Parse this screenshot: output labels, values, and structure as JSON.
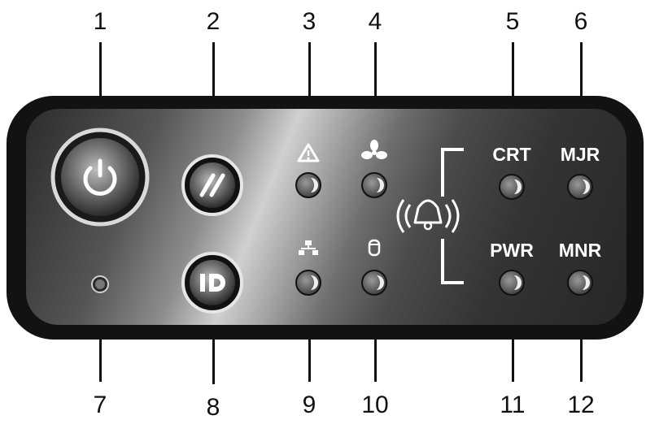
{
  "callouts": {
    "top": [
      "1",
      "2",
      "3",
      "4",
      "5",
      "6"
    ],
    "bottom": [
      "7",
      "8",
      "9",
      "10",
      "11",
      "12"
    ]
  },
  "indicators": {
    "crt_label": "CRT",
    "mjr_label": "MJR",
    "pwr_label": "PWR",
    "mnr_label": "MNR"
  },
  "colors": {
    "panel_bezel": "#121212",
    "label_text": "#ffffff",
    "callout_text": "#111111"
  },
  "icons": {
    "power_button": "power-icon",
    "reset_button": "double-slash-icon",
    "id_button": "id-icon",
    "led_3": "warning-triangle-icon",
    "led_4": "fan-icon",
    "led_9": "network-icon",
    "led_10": "disk-drive-icon",
    "alarm_group": "alarm-bell-icon"
  }
}
